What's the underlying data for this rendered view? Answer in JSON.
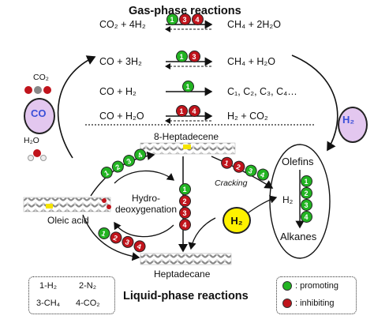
{
  "title_gas": "Gas-phase reactions",
  "title_liquid": "Liquid-phase reactions",
  "gas_reactions": [
    {
      "left": "CO₂ + 4H₂",
      "right": "CH₄ + 2H₂O",
      "balls": [
        "1",
        "3",
        "4"
      ],
      "colors": [
        "green",
        "red",
        "red"
      ]
    },
    {
      "left": "CO + 3H₂",
      "right": "CH₄ + H₂O",
      "balls": [
        "1",
        "3"
      ],
      "colors": [
        "green",
        "red"
      ]
    },
    {
      "left": "CO + H₂",
      "right": "C₁, C₂, C₃, C₄…",
      "balls": [
        "1"
      ],
      "colors": [
        "green"
      ]
    },
    {
      "left": "CO + H₂O",
      "right": "H₂ + CO₂",
      "balls": [
        "1",
        "4"
      ],
      "colors": [
        "red",
        "red"
      ]
    }
  ],
  "left_molecules": {
    "co2": "CO₂",
    "co": "CO",
    "h2o": "H₂O"
  },
  "right_h2": "H₂",
  "center": {
    "heptadecene": "8-Heptadecene",
    "hydro": "Hydro-",
    "deoxygenation": "deoxygenation",
    "oleic": "Oleic acid",
    "heptadecane": "Heptadecane",
    "cracking": "Cracking",
    "h2_badge": "H₂"
  },
  "balls_hdo_top": {
    "labels": [
      "1",
      "2",
      "3",
      "4"
    ],
    "colors": [
      "green",
      "green",
      "green",
      "green"
    ]
  },
  "balls_hdo_bottom": {
    "labels": [
      "1",
      "2",
      "3",
      "4"
    ],
    "colors": [
      "green",
      "red",
      "red",
      "red"
    ]
  },
  "balls_vertical": {
    "labels": [
      "1",
      "2",
      "3",
      "4"
    ],
    "colors": [
      "green",
      "red",
      "red",
      "red"
    ]
  },
  "balls_cracking": {
    "labels": [
      "1",
      "2",
      "3",
      "4"
    ],
    "colors": [
      "red",
      "red",
      "green",
      "green"
    ]
  },
  "balls_olefins": {
    "labels": [
      "1",
      "2",
      "3",
      "4"
    ],
    "colors": [
      "green",
      "green",
      "green",
      "green"
    ]
  },
  "olefins": {
    "olefins": "Olefins",
    "h2": "H₂",
    "alkanes": "Alkanes"
  },
  "key": [
    "1-H₂",
    "2-N₂",
    "3-CH₄",
    "4-CO₂"
  ],
  "legend": {
    "promoting": ": promoting",
    "inhibiting": ": inhibiting"
  },
  "colors": {
    "green": "#22b422",
    "red": "#c0141c",
    "yellow": "#fff200",
    "purple": "#e3c7ef",
    "co_text": "#3a4fd8"
  }
}
